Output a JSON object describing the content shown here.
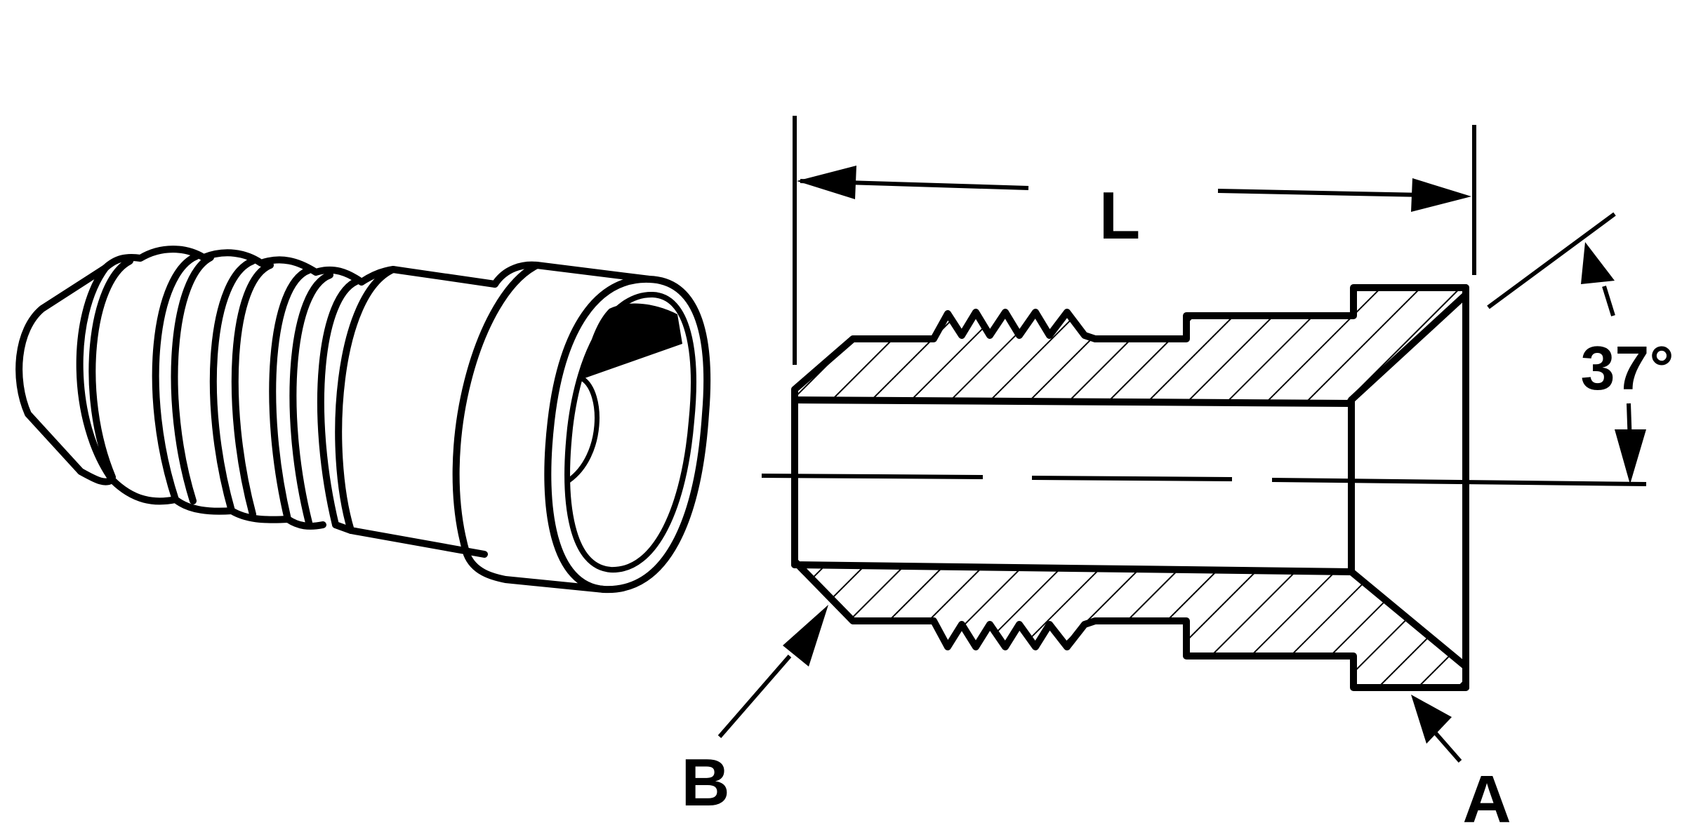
{
  "diagram": {
    "labels": {
      "length": "L",
      "angle": "37°",
      "point_a": "A",
      "point_b": "B"
    },
    "colors": {
      "ink": "#000000",
      "paper": "#ffffff"
    }
  }
}
